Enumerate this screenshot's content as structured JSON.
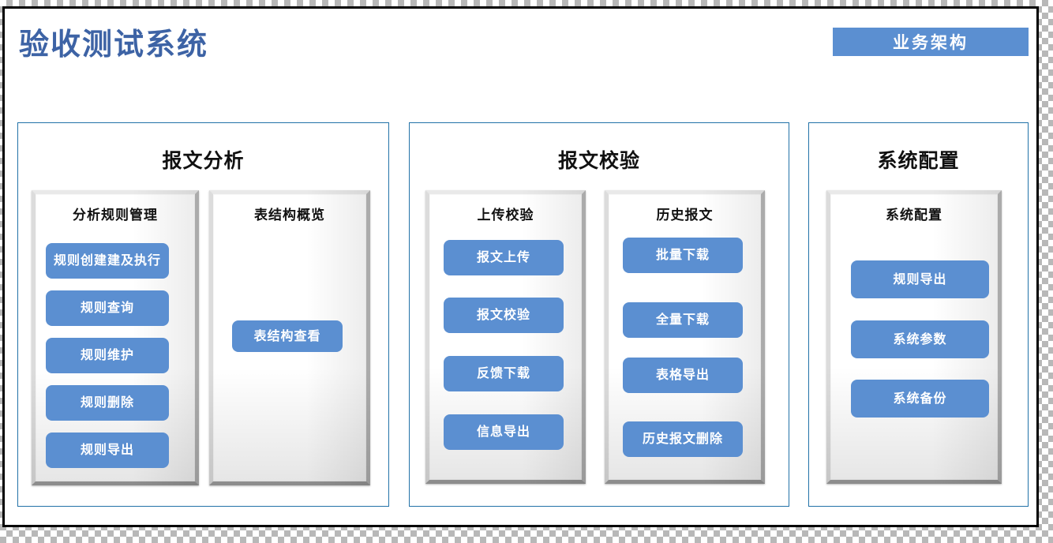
{
  "header": {
    "title": "验收测试系统",
    "badge": "业务架构",
    "title_color": "#3D63A5",
    "badge_bg": "#5B8FD1",
    "badge_text_color": "#FFFFFF"
  },
  "theme": {
    "button_color": "#5B8FD1",
    "button_text_color": "#FFFFFF",
    "column_border_color": "#2272A8",
    "panel_border_color": "#B9B9B9",
    "page_background": "#FFFFFF"
  },
  "columns": [
    {
      "title": "报文分析",
      "panels": [
        {
          "title": "分析规则管理",
          "buttons": [
            {
              "label": "规则创建建及执行"
            },
            {
              "label": "规则查询"
            },
            {
              "label": "规则维护"
            },
            {
              "label": "规则删除"
            },
            {
              "label": "规则导出"
            }
          ]
        },
        {
          "title": "表结构概览",
          "buttons": [
            {
              "label": "表结构查看"
            }
          ]
        }
      ]
    },
    {
      "title": "报文校验",
      "panels": [
        {
          "title": "上传校验",
          "buttons": [
            {
              "label": "报文上传"
            },
            {
              "label": "报文校验"
            },
            {
              "label": "反馈下载"
            },
            {
              "label": "信息导出"
            }
          ]
        },
        {
          "title": "历史报文",
          "buttons": [
            {
              "label": "批量下载"
            },
            {
              "label": "全量下载"
            },
            {
              "label": "表格导出"
            },
            {
              "label": "历史报文删除"
            }
          ]
        }
      ]
    },
    {
      "title": "系统配置",
      "panels": [
        {
          "title": "系统配置",
          "buttons": [
            {
              "label": "规则导出"
            },
            {
              "label": "系统参数"
            },
            {
              "label": "系统备份"
            }
          ]
        }
      ]
    }
  ]
}
